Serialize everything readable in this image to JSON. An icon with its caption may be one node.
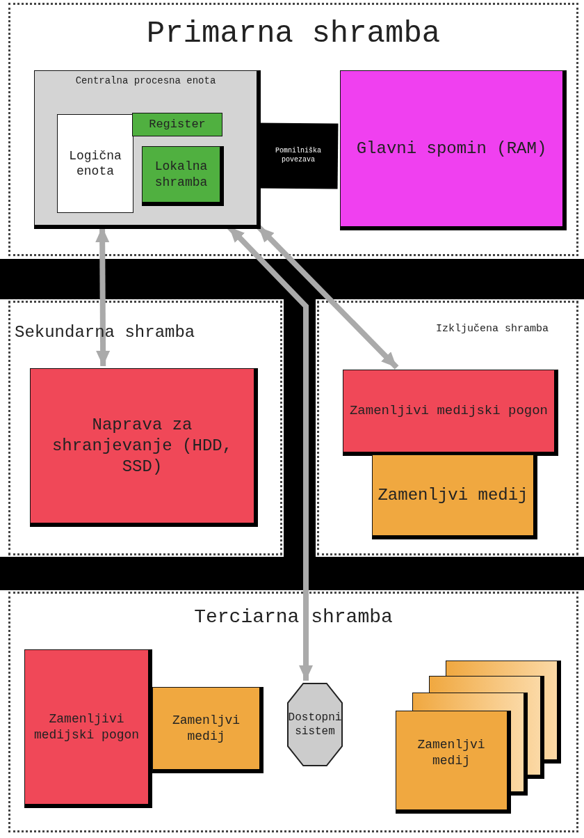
{
  "diagram": {
    "nodes": [
      {
        "text": [
          "Primarna shramba"
        ]
      },
      {
        "text": [
          "Centralna procesna enota"
        ],
        "in": 0
      },
      {
        "text": [
          "Logična enota"
        ],
        "in": 1
      },
      {
        "text": [
          "Register"
        ],
        "in": 1
      },
      {
        "text": [
          "Lokalna shramba"
        ],
        "in": 1
      },
      {
        "text": [
          "Glavni spomin (RAM)"
        ],
        "in": 0
      },
      {
        "text": [
          "Sekundarna shramba"
        ]
      },
      {
        "text": [
          "Naprava za shranjevanje (HDD, SSD)"
        ],
        "in": 6
      },
      {
        "text": [
          "Izključena shramba"
        ]
      },
      {
        "text": [
          "Zamenljivi medijski pogon"
        ],
        "in": 8
      },
      {
        "text": [
          "Zamenljvi medij"
        ],
        "in": 8
      },
      {
        "text": [
          "Terciarna shramba"
        ]
      },
      {
        "text": [
          "Zamenljivi medijski pogon"
        ],
        "in": 11
      },
      {
        "text": [
          "Zamenljvi medij"
        ],
        "in": 11
      },
      {
        "text": [
          "Dostopni sistem"
        ],
        "in": 11
      },
      {
        "text": [
          "Zamenljvi medij"
        ],
        "in": 11
      }
    ],
    "edges": [
      {
        "from": 1,
        "to": 5,
        "arrow": "none",
        "label": "Pomnilniška povezava",
        "style": "thick",
        "color": "#000000"
      },
      {
        "from": 1,
        "to": 7,
        "arrow": "both"
      },
      {
        "from": 1,
        "to": 14,
        "arrow": "both"
      },
      {
        "from": 1,
        "to": 9,
        "arrow": "both"
      }
    ]
  }
}
